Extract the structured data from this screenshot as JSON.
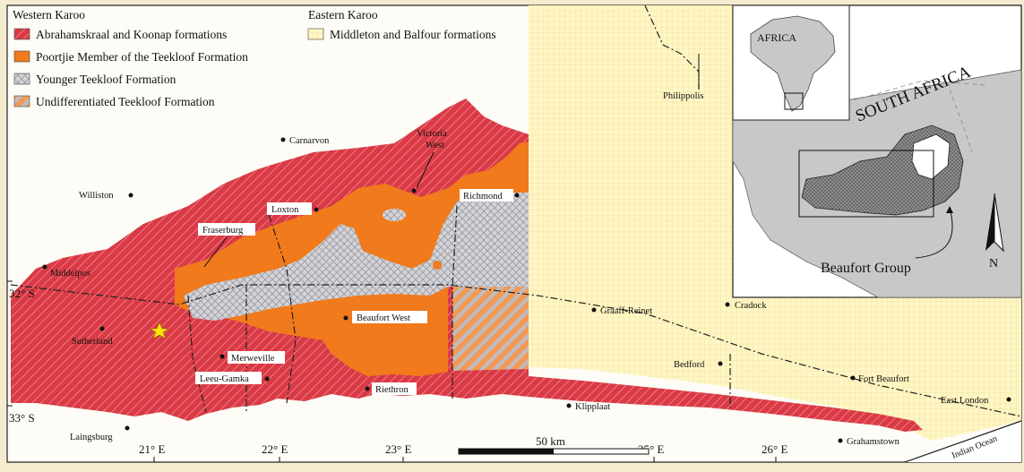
{
  "legend": {
    "west_title": "Western Karoo",
    "east_title": "Eastern Karoo",
    "items": [
      {
        "label": "Abrahamskraal and Koonap formations",
        "color": "#d93a45"
      },
      {
        "label": "Poortjie Member of the Teekloof Formation",
        "color": "#f07a1c"
      },
      {
        "label": "Younger Teekloof Formation",
        "color": "#c9c9cf"
      },
      {
        "label": "Undifferentiated Teekloof Formation",
        "color": "#f0a060"
      },
      {
        "label": "Middleton and Balfour formations",
        "color": "#fff6c4"
      }
    ]
  },
  "towns": {
    "carnarvon": "Carnarvon",
    "victoria_west_1": "Victoria",
    "victoria_west_2": "West",
    "williston": "Williston",
    "loxton": "Loxton",
    "richmond": "Richmond",
    "fraserburg": "Fraserburg",
    "middelpos": "Middelpos",
    "sutherland": "Sutherland",
    "beaufort_west": "Beaufort West",
    "merweville": "Merweville",
    "leeu_gamka": "Leeu-Gamka",
    "riethron": "Riethron",
    "laingsburg": "Laingsburg",
    "klipplaat": "Klipplaat",
    "philippolis": "Philippolis",
    "graaff_reinet": "Graaff-Reinet",
    "cradock": "Cradock",
    "bedford": "Bedford",
    "fort_beaufort": "Fort Beaufort",
    "east_london": "East London",
    "grahamstown": "Grahamstown"
  },
  "graticule": {
    "lat_32": "32° S",
    "lat_33": "33° S",
    "lon_21": "21° E",
    "lon_22": "22° E",
    "lon_23": "23° E",
    "lon_25": "25° E",
    "lon_26": "26° E"
  },
  "scale_bar": "50 km",
  "ocean": "Indian Ocean",
  "inset": {
    "africa": "AFRICA",
    "south_africa": "SOUTH AFRICA",
    "beaufort_group": "Beaufort Group",
    "north": "N"
  },
  "colors": {
    "background": "#f5ecd0",
    "red": "#d93a45",
    "orange": "#f07a1c",
    "grey": "#c9c9cf",
    "cream": "#fff6c4"
  }
}
